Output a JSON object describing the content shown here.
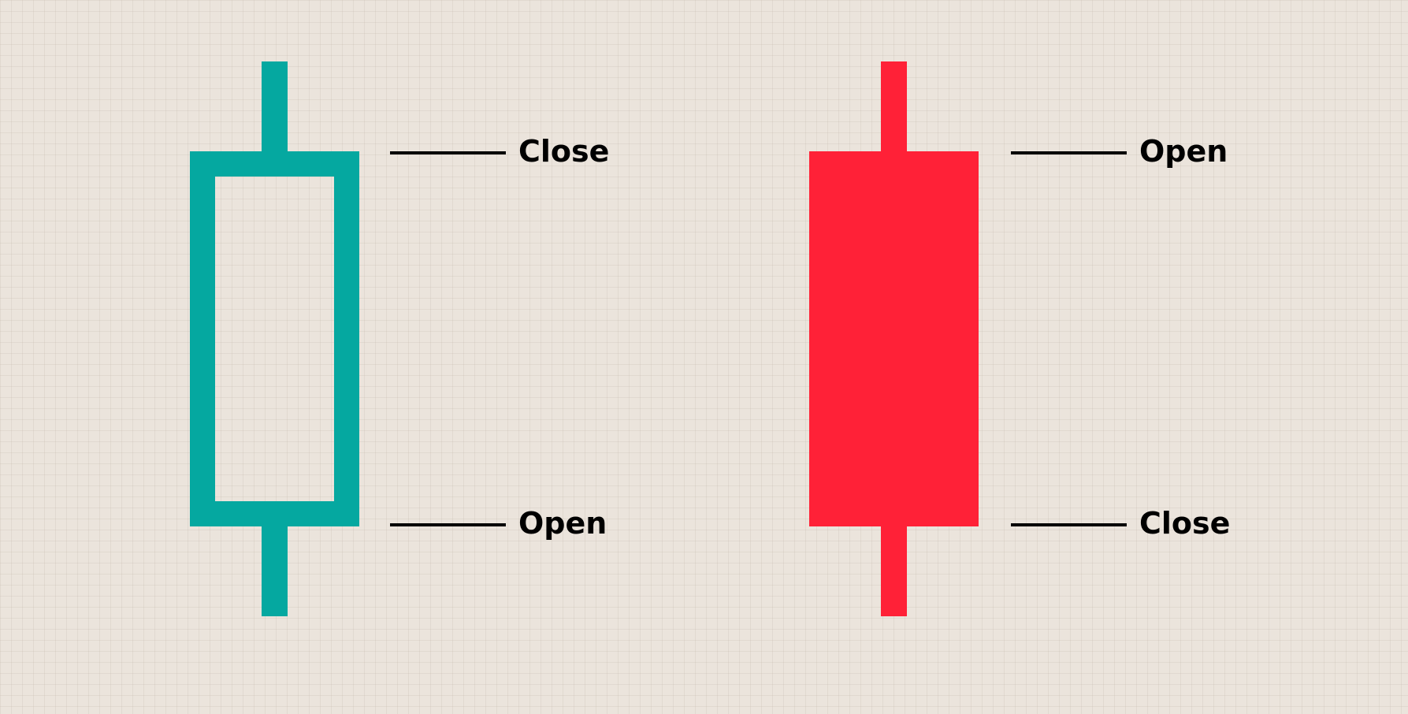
{
  "colors": {
    "background": "#ebe4dc",
    "bullish": "#05a8a0",
    "bearish": "#ff2137",
    "leader_line": "#000000",
    "text": "#000000"
  },
  "bullish_candle": {
    "style": "hollow",
    "top_label": "Close",
    "bottom_label": "Open"
  },
  "bearish_candle": {
    "style": "filled",
    "top_label": "Open",
    "bottom_label": "Close"
  }
}
